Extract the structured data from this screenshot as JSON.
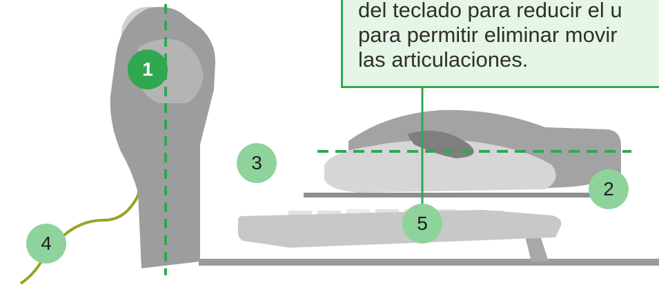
{
  "callout": {
    "lines": [
      "del teclado para reducir el u",
      "para permitir eliminar movir",
      "las articulaciones."
    ]
  },
  "badges": [
    {
      "label": "1",
      "meaning": "vertical mouse posture"
    },
    {
      "label": "2",
      "meaning": "wrist rest"
    },
    {
      "label": "3",
      "meaning": "space"
    },
    {
      "label": "4",
      "meaning": "cable"
    },
    {
      "label": "5",
      "meaning": "keyboard tilt"
    }
  ],
  "colors": {
    "accent_dark": "#2fa84f",
    "accent_light": "#8fd39c",
    "callout_bg": "#e5f5e6",
    "gray_dark": "#9a9a9a",
    "gray_light": "#d2d2d2",
    "cable": "#9aa226"
  }
}
